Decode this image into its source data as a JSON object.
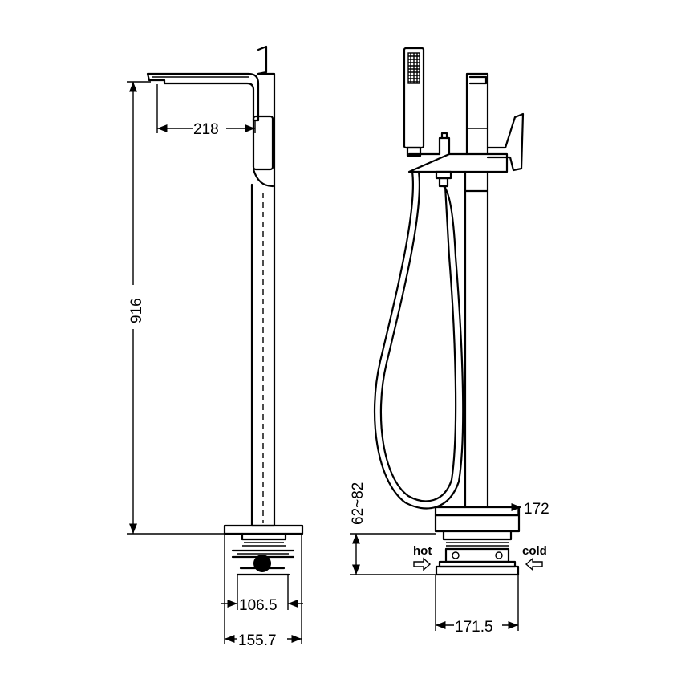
{
  "dimensions": {
    "spout_reach": "218",
    "total_height": "916",
    "base_inner_width": "106.5",
    "base_outer_width": "155.7",
    "base_height_range": "62~82",
    "front_plate_width": "172",
    "front_base_width": "171.5"
  },
  "labels": {
    "hot": "hot",
    "cold": "cold"
  },
  "icons": [
    "arrow-right-icon"
  ]
}
